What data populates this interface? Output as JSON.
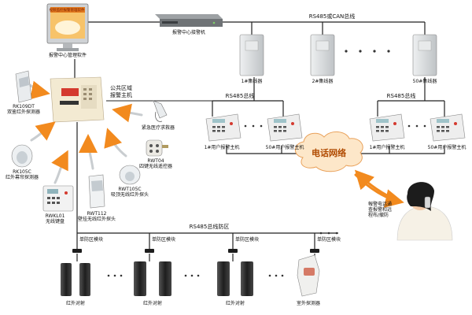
{
  "labels": {
    "monitor_screen": "视频监控报警管理软件",
    "mgmt_software": "报警中心管理软件",
    "receiver": "报警中心接警机",
    "rs485_can_bus": "RS485或CAN总线",
    "concentrator_1": "1#集线器",
    "concentrator_2": "2#集线器",
    "concentrator_50": "50#集线器",
    "rs485_bus_left": "RS485总线",
    "rs485_bus_right": "RS485总线",
    "public_area_1": "公共区域",
    "public_area_2": "报警主机",
    "user_host_1_left": "1#用户报警主机",
    "user_host_50_left": "50#用户报警主机",
    "user_host_1_right": "1#用户报警主机",
    "user_host_50_right": "50#用户报警主机",
    "phone_network": "电话网络",
    "rk109dt_1": "RK109DT",
    "rk109dt_2": "双鉴红外探测器",
    "rk105c_1": "RK105C",
    "rk105c_2": "红外幕帘探测器",
    "panic_button": "紧急医疗求救器",
    "rwt04_1": "RWT04",
    "rwt04_2": "四键无线遥控器",
    "rwt105c_1": "RWT105C",
    "rwt105c_2": "吸顶无线红外探头",
    "rwt112_1": "RWT112",
    "rwt112_2": "壁挂无线红外探头",
    "rwkl01_1": "RWKL01",
    "rwkl01_2": "无线键盘",
    "rs485_zone_bus": "RS485总线防区",
    "zone_module_1": "单防区模块",
    "zone_module_2": "单防区模块",
    "zone_module_3": "单防区模块",
    "zone_module_4": "单防区模块",
    "ir_beam_1": "红外对射",
    "ir_beam_2": "红外对射",
    "ir_beam_3": "红外对射",
    "outdoor_detector": "室外探测器",
    "phone_notice_1": "報警电话通",
    "phone_notice_2": "查报警和远",
    "phone_notice_3": "程布/撤防"
  },
  "colors": {
    "bus_line": "#222222",
    "arrow_orange": "#f28a1e",
    "cloud_fill": "#fde7c9",
    "cloud_stroke": "#e9a15a",
    "device_grey": "#d7d9db",
    "host_panel": "#f3ead2"
  }
}
